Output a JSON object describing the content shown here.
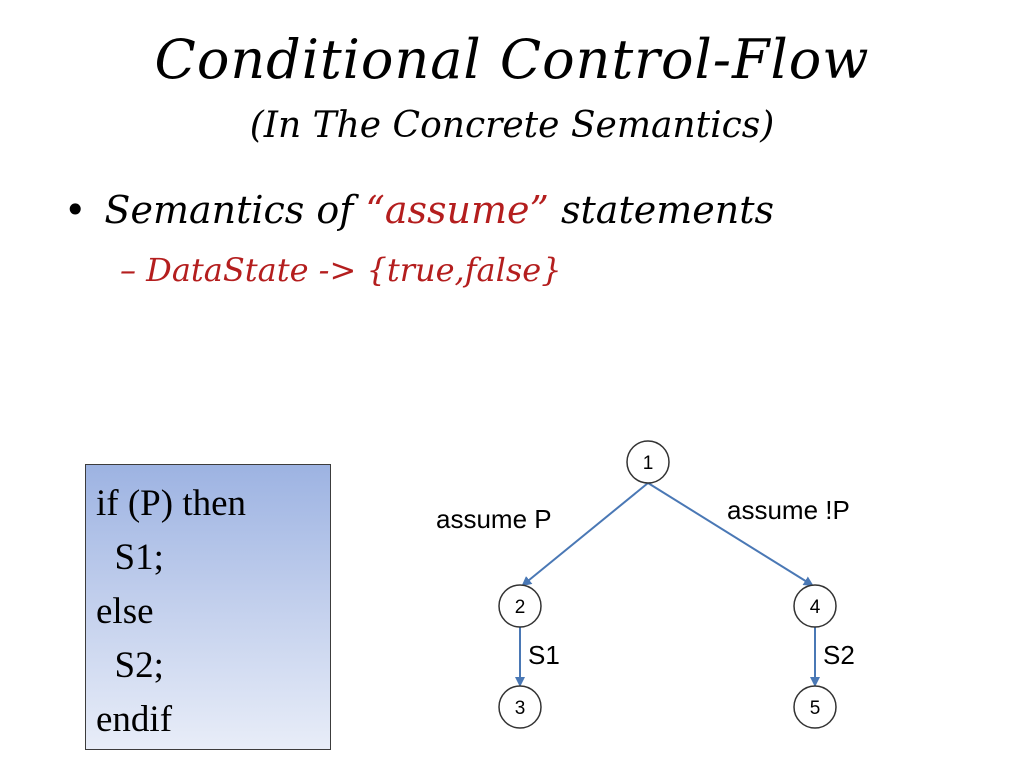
{
  "slide": {
    "title": "Conditional Control-Flow",
    "subtitle": "(In The Concrete Semantics)",
    "bullet": {
      "marker": "•",
      "prefix": "Semantics of ",
      "highlight": "“assume”",
      "suffix": " statements"
    },
    "subbullet": "– DataState  -> {true,false}",
    "code_lines": [
      "if (P) then",
      "  S1;",
      "else",
      "  S2;",
      "endif"
    ],
    "colors": {
      "accent": "#b41e1e",
      "edge": "#4a78b5",
      "node_border": "#333333"
    }
  },
  "graph": {
    "nodes": [
      "1",
      "2",
      "3",
      "4",
      "5"
    ],
    "edges": [
      {
        "from": "1",
        "to": "2",
        "label": "assume P"
      },
      {
        "from": "1",
        "to": "4",
        "label": "assume !P"
      },
      {
        "from": "2",
        "to": "3",
        "label": "S1"
      },
      {
        "from": "4",
        "to": "5",
        "label": "S2"
      }
    ]
  }
}
